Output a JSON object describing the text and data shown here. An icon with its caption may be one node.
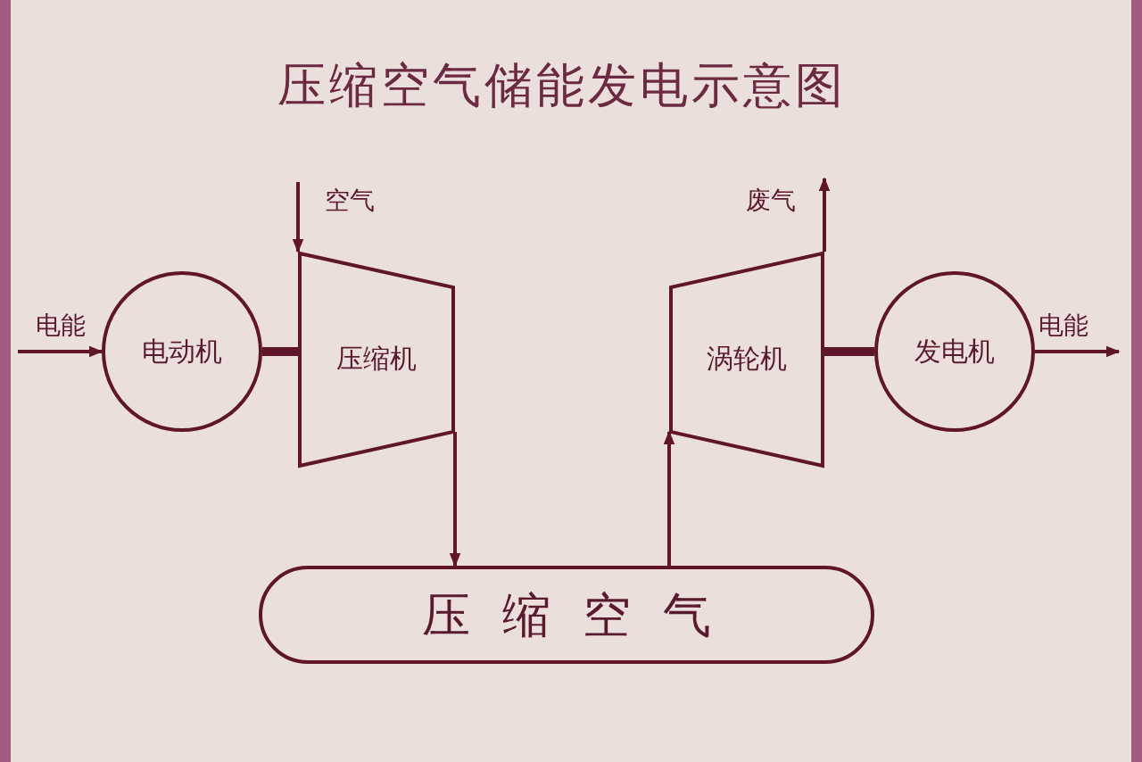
{
  "diagram": {
    "title": "压缩空气储能发电示意图",
    "nodes": [
      {
        "text": [
          "电动机"
        ]
      },
      {
        "text": [
          "压缩机"
        ]
      },
      {
        "text": [
          "涡轮机"
        ]
      },
      {
        "text": [
          "发电机"
        ]
      },
      {
        "text": [
          "压缩空气"
        ]
      }
    ],
    "edges": [
      {
        "from": null,
        "to": 0,
        "arrow": "to",
        "label": "电能"
      },
      {
        "from": 0,
        "to": 1,
        "arrow": "none",
        "style": "thick"
      },
      {
        "from": null,
        "to": 1,
        "arrow": "to",
        "label": "空气"
      },
      {
        "from": 1,
        "to": 4,
        "arrow": "to"
      },
      {
        "from": 4,
        "to": 2,
        "arrow": "to"
      },
      {
        "from": 2,
        "to": null,
        "arrow": "to",
        "label": "废气"
      },
      {
        "from": 2,
        "to": 3,
        "arrow": "none",
        "style": "thick"
      },
      {
        "from": 3,
        "to": null,
        "arrow": "to",
        "label": "电能"
      }
    ]
  }
}
